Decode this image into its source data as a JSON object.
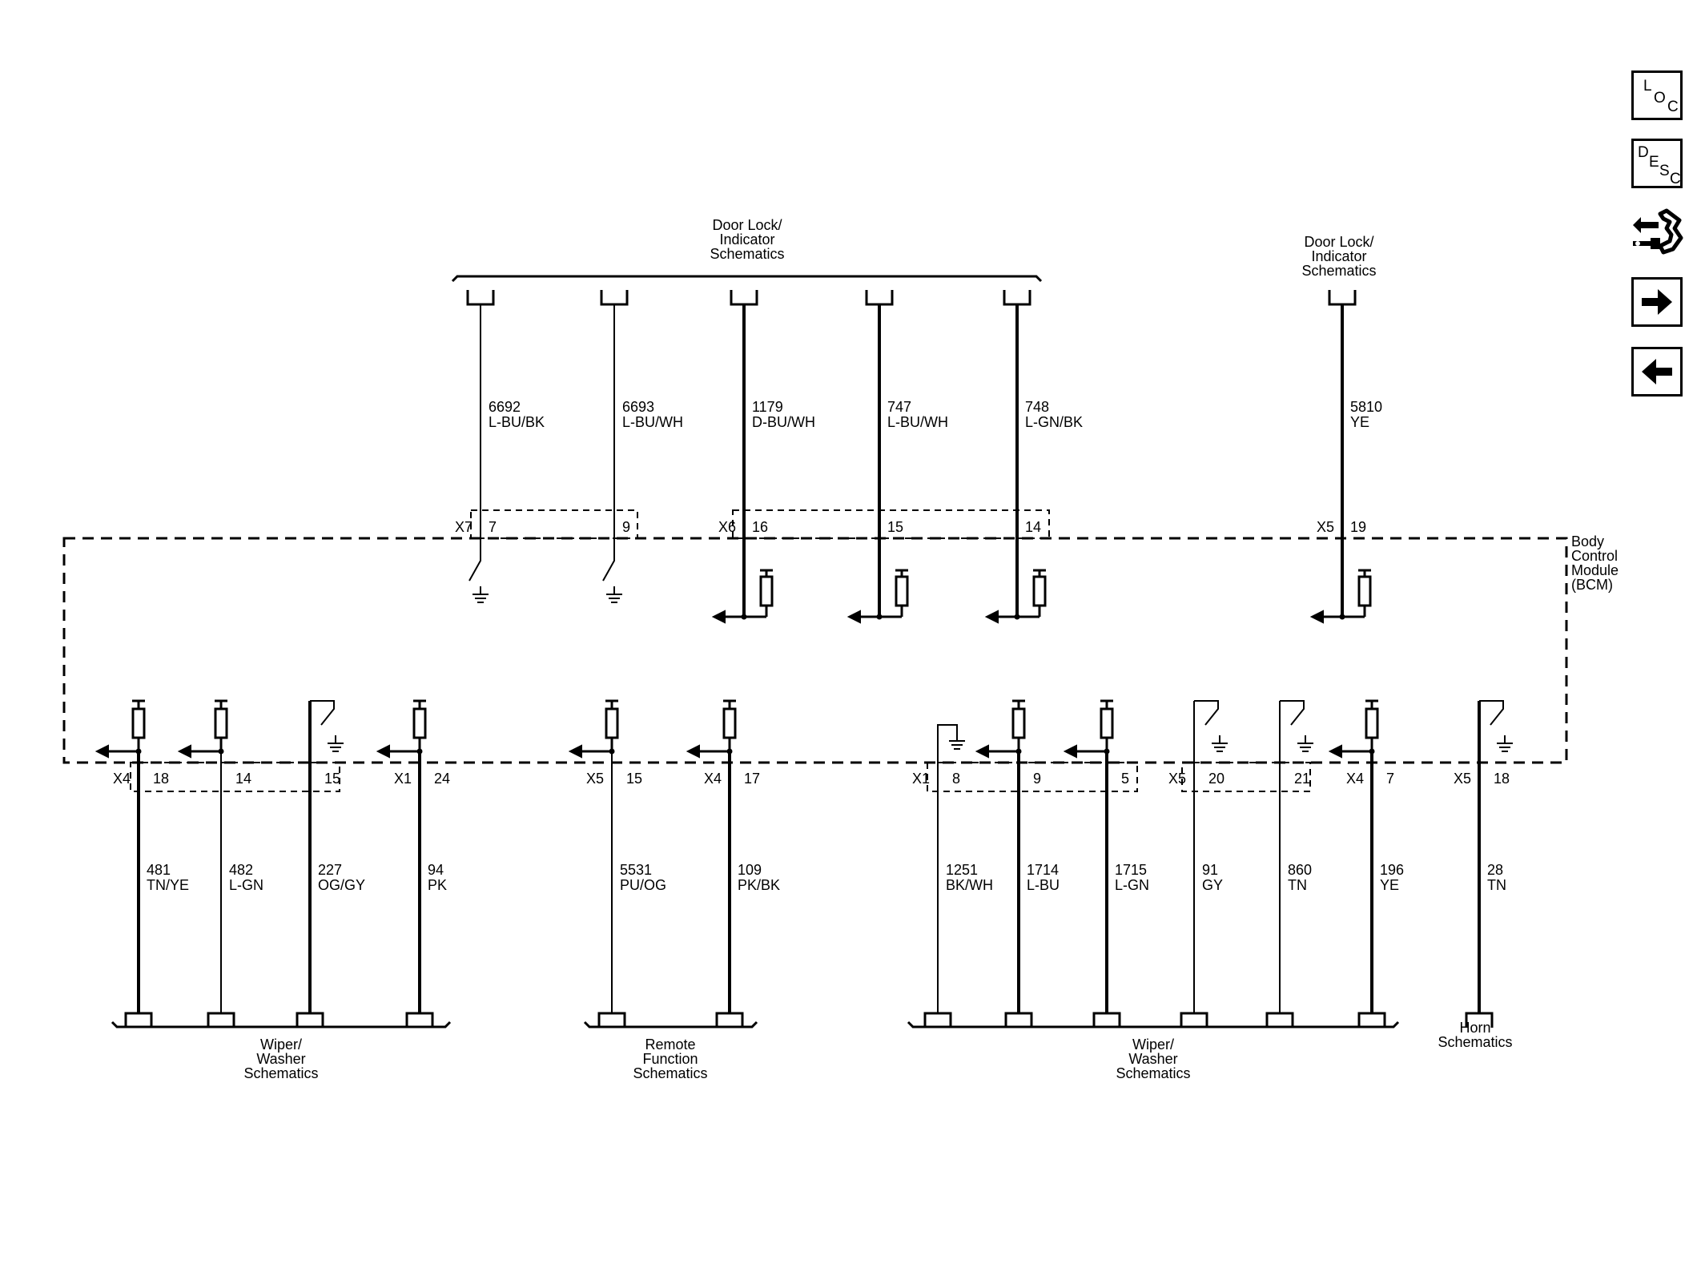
{
  "module": {
    "lines": [
      "Body",
      "Control",
      "Module",
      "(BCM)"
    ]
  },
  "navigation": {
    "loc": [
      "L",
      "O",
      "C"
    ],
    "desc": [
      "D",
      "E",
      "S",
      "C"
    ],
    "connector_icon": "connector-end-view-icon",
    "next_icon": "arrow-right-icon",
    "prev_icon": "arrow-left-icon"
  },
  "top_groups": [
    {
      "lines": [
        "Door Lock/",
        "Indicator",
        "Schematics"
      ]
    },
    {
      "lines": [
        "Door Lock/",
        "Indicator",
        "Schematics"
      ]
    }
  ],
  "bottom_groups": [
    {
      "lines": [
        "Wiper/",
        "Washer",
        "Schematics"
      ]
    },
    {
      "lines": [
        "Remote",
        "Function",
        "Schematics"
      ]
    },
    {
      "lines": [
        "Wiper/",
        "Washer",
        "Schematics"
      ]
    },
    {
      "lines": [
        "Horn",
        "Schematics"
      ]
    }
  ],
  "top_wires": [
    {
      "circuit": "6692",
      "color": "L-BU/BK",
      "connector": "X7",
      "pin": "7",
      "internal": "switch"
    },
    {
      "circuit": "6693",
      "color": "L-BU/WH",
      "connector": "",
      "pin": "9",
      "internal": "switch"
    },
    {
      "circuit": "1179",
      "color": "D-BU/WH",
      "connector": "X6",
      "pin": "16",
      "internal": "input"
    },
    {
      "circuit": "747",
      "color": "L-BU/WH",
      "connector": "",
      "pin": "15",
      "internal": "input"
    },
    {
      "circuit": "748",
      "color": "L-GN/BK",
      "connector": "",
      "pin": "14",
      "internal": "input"
    },
    {
      "circuit": "5810",
      "color": "YE",
      "connector": "X5",
      "pin": "19",
      "internal": "input"
    }
  ],
  "bottom_wires": [
    {
      "circuit": "481",
      "color": "TN/YE",
      "connector": "X4",
      "pin": "18",
      "internal": "input"
    },
    {
      "circuit": "482",
      "color": "L-GN",
      "connector": "",
      "pin": "14",
      "internal": "input"
    },
    {
      "circuit": "227",
      "color": "OG/GY",
      "connector": "",
      "pin": "15",
      "internal": "switch"
    },
    {
      "circuit": "94",
      "color": "PK",
      "connector": "X1",
      "pin": "24",
      "internal": "input"
    },
    {
      "circuit": "5531",
      "color": "PU/OG",
      "connector": "X5",
      "pin": "15",
      "internal": "input"
    },
    {
      "circuit": "109",
      "color": "PK/BK",
      "connector": "X4",
      "pin": "17",
      "internal": "input"
    },
    {
      "circuit": "1251",
      "color": "BK/WH",
      "connector": "X1",
      "pin": "8",
      "internal": "ground"
    },
    {
      "circuit": "1714",
      "color": "L-BU",
      "connector": "",
      "pin": "9",
      "internal": "input"
    },
    {
      "circuit": "1715",
      "color": "L-GN",
      "connector": "",
      "pin": "5",
      "internal": "input"
    },
    {
      "circuit": "91",
      "color": "GY",
      "connector": "X5",
      "pin": "20",
      "internal": "switch"
    },
    {
      "circuit": "860",
      "color": "TN",
      "connector": "",
      "pin": "21",
      "internal": "switch"
    },
    {
      "circuit": "196",
      "color": "YE",
      "connector": "X4",
      "pin": "7",
      "internal": "input"
    },
    {
      "circuit": "28",
      "color": "TN",
      "connector": "X5",
      "pin": "18",
      "internal": "switch"
    }
  ]
}
